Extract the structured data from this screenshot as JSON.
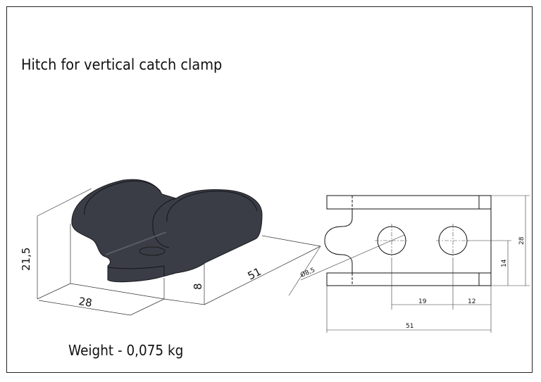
{
  "title": "Hitch for vertical catch clamp",
  "weight": "Weight - 0,075 kg",
  "iso_view": {
    "height": "21,5",
    "width": "28",
    "length": "51",
    "base_height": "8"
  },
  "plan_view": {
    "hole_diameter": "Ø8,5",
    "overall_width": "28",
    "hole_center_height": "14",
    "hole_spacing": "19",
    "edge_offset": "12",
    "overall_length": "51"
  },
  "colors": {
    "part": "#3a3d45",
    "line": "#222222"
  }
}
